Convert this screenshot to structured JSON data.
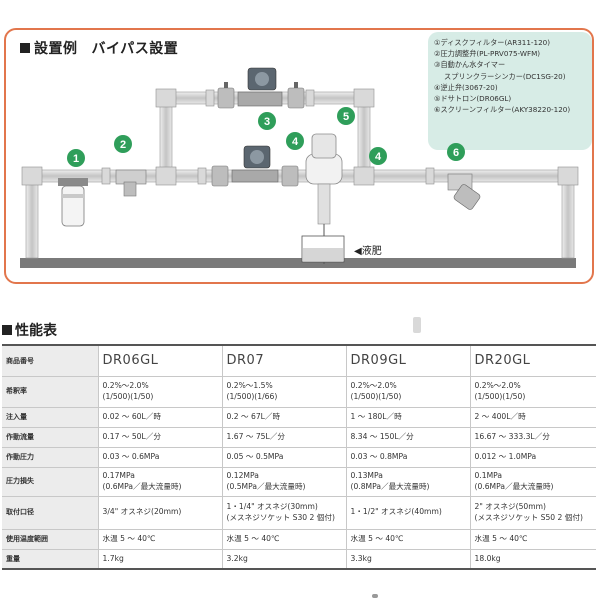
{
  "installation": {
    "title": "設置例",
    "subtitle": "バイパス設置",
    "legend": [
      "①ディスクフィルター(AR311-120)",
      "②圧力調整弁(PL-PRV075-WFM)",
      "③自動かん水タイマー",
      "スプリンクラーシンカー(DC1SG-20)",
      "④逆止弁(3067-20)",
      "⑤ドサトロン(DR06GL)",
      "⑥スクリーンフィルター(AKY38220-120)"
    ],
    "callouts": [
      "1",
      "2",
      "3",
      "3",
      "4",
      "4",
      "5",
      "6"
    ],
    "liquid_label": "◀液肥"
  },
  "performance": {
    "title": "性能表",
    "row_headers": [
      "商品番号",
      "希釈率",
      "注入量",
      "作動流量",
      "作動圧力",
      "圧力損失",
      "取付口径",
      "使用温度範囲",
      "重量"
    ],
    "models": [
      "DR06GL",
      "DR07",
      "DR09GL",
      "DR20GL"
    ],
    "rows": [
      [
        "0.2%～2.0%\n(1/500)(1/50)",
        "0.2%～1.5%\n(1/500)(1/66)",
        "0.2%～2.0%\n(1/500)(1/50)",
        "0.2%～2.0%\n(1/500)(1/50)"
      ],
      [
        "0.02 ～ 60L／時",
        "0.2 ～ 67L／時",
        "1 ～ 180L／時",
        "2 ～ 400L／時"
      ],
      [
        "0.17 ～ 50L／分",
        "1.67 ～ 75L／分",
        "8.34 ～ 150L／分",
        "16.67 ～ 333.3L／分"
      ],
      [
        "0.03 ～ 0.6MPa",
        "0.05 ～ 0.5MPa",
        "0.03 ～ 0.8MPa",
        "0.012 ～ 1.0MPa"
      ],
      [
        "0.17MPa\n(0.6MPa／最大流量時)",
        "0.12MPa\n(0.5MPa／最大流量時)",
        "0.13MPa\n(0.8MPa／最大流量時)",
        "0.1MPa\n(0.6MPa／最大流量時)"
      ],
      [
        "3/4\" オスネジ(20mm)",
        "1・1/4\" オスネジ(30mm)\n(メスネジソケット S30 2 個付)",
        "1・1/2\" オスネジ(40mm)",
        "2\" オスネジ(50mm)\n(メスネジソケット S50 2 個付)"
      ],
      [
        "水温 5 ～ 40℃",
        "水温 5 ～ 40℃",
        "水温 5 ～ 40℃",
        "水温 5 ～ 40℃"
      ],
      [
        "1.7kg",
        "3.2kg",
        "3.3kg",
        "18.0kg"
      ]
    ]
  },
  "colors": {
    "frame": "#e2764c",
    "legend_bg": "#d7ece6",
    "badge": "#2f9e5a",
    "pipe": "#a7a7a7"
  }
}
